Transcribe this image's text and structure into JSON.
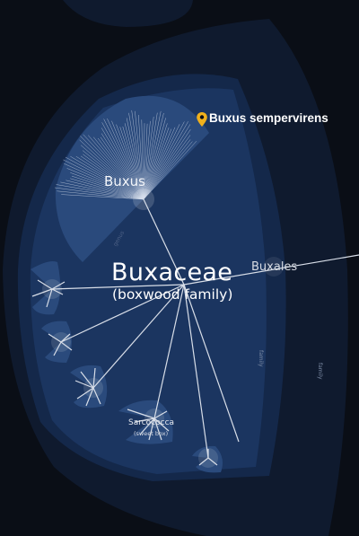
{
  "tree": {
    "family": {
      "scientific_name": "Buxaceae",
      "common_name": "(boxwood family)"
    },
    "order": {
      "name": "Buxales"
    },
    "genus_main": {
      "name": "Buxus"
    },
    "genus_sarcococca": {
      "name": "Sarcococca",
      "common_name": "(sweet box)"
    },
    "pinned_species": {
      "name": "Buxus sempervirens",
      "icon": "map-pin-icon"
    },
    "rank_labels": {
      "outer": "family",
      "inner": "family",
      "genus": "genus"
    }
  },
  "colors": {
    "background": "#0a0e16",
    "outer_region": "#0f1a2e",
    "family_region": "#14284a",
    "inner_region": "#1b3560",
    "genus_region": "#2a4a7c",
    "branch": "#d8dee8",
    "pin": "#f0b01c"
  }
}
